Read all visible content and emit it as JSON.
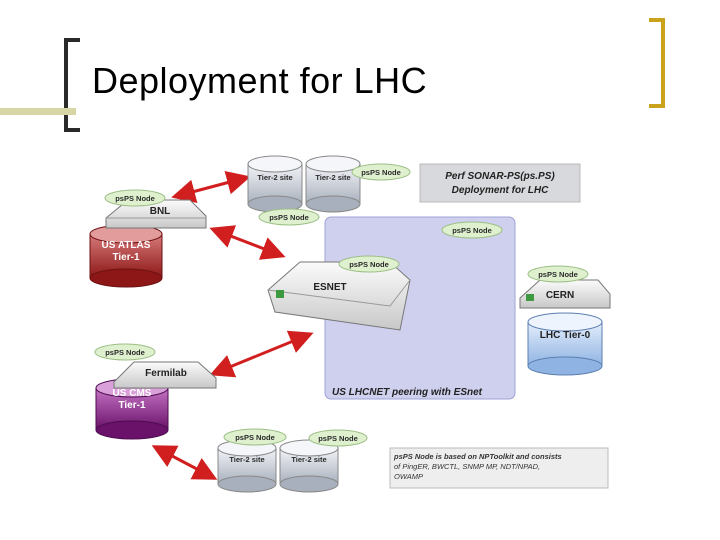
{
  "slide": {
    "title": "Deployment for LHC"
  },
  "colors": {
    "bracket_left": "#2a2a2a",
    "bracket_right": "#c9a31b",
    "title_stripe": "#d6d7a5",
    "esnet_region": "#cfd0ee",
    "arrow": "#d11f1f",
    "bubble": "#dff0cf"
  },
  "diagram": {
    "title_box": {
      "line1": "Perf SONAR-PS(ps.PS)",
      "line2": "Deployment for LHC"
    },
    "esnet_region_label": "US LHCNET peering with ESnet",
    "info_box": {
      "line1": "psPS Node is based on NPToolkit and consists",
      "line2": "of PingER, BWCTL, SNMP MP, NDT/NPAD,",
      "line3": "OWAMP"
    },
    "routers": {
      "bnl": "BNL",
      "esnet": "ESNET",
      "cern": "CERN",
      "fermilab": "Fermilab"
    },
    "storage": {
      "us_atlas": [
        "US ATLAS",
        "Tier-1"
      ],
      "us_cms": [
        "US CMS",
        "Tier-1"
      ],
      "lhc_tier0": "LHC Tier-0",
      "tier2_site": "Tier-2 site"
    },
    "ps_node_label": "psPS Node"
  }
}
